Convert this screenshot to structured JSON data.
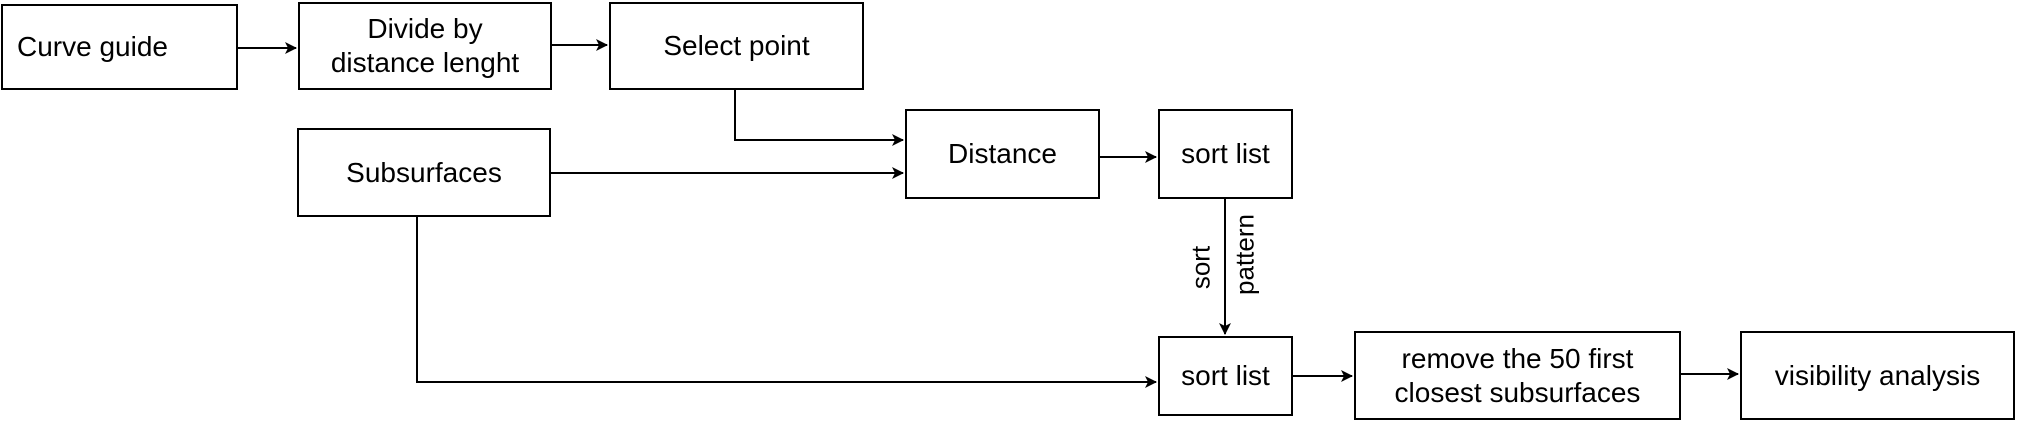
{
  "nodes": {
    "curve_guide": "Curve guide",
    "divide": "Divide by\ndistance lenght",
    "select_point": "Select point",
    "subsurfaces": "Subsurfaces",
    "distance": "Distance",
    "sort_list_1": "sort list",
    "sort_list_2": "sort list",
    "remove": "remove the 50 first\nclosest subsurfaces",
    "visibility": "visibility analysis"
  },
  "edge_labels": {
    "sort": "sort",
    "pattern": "pattern"
  }
}
